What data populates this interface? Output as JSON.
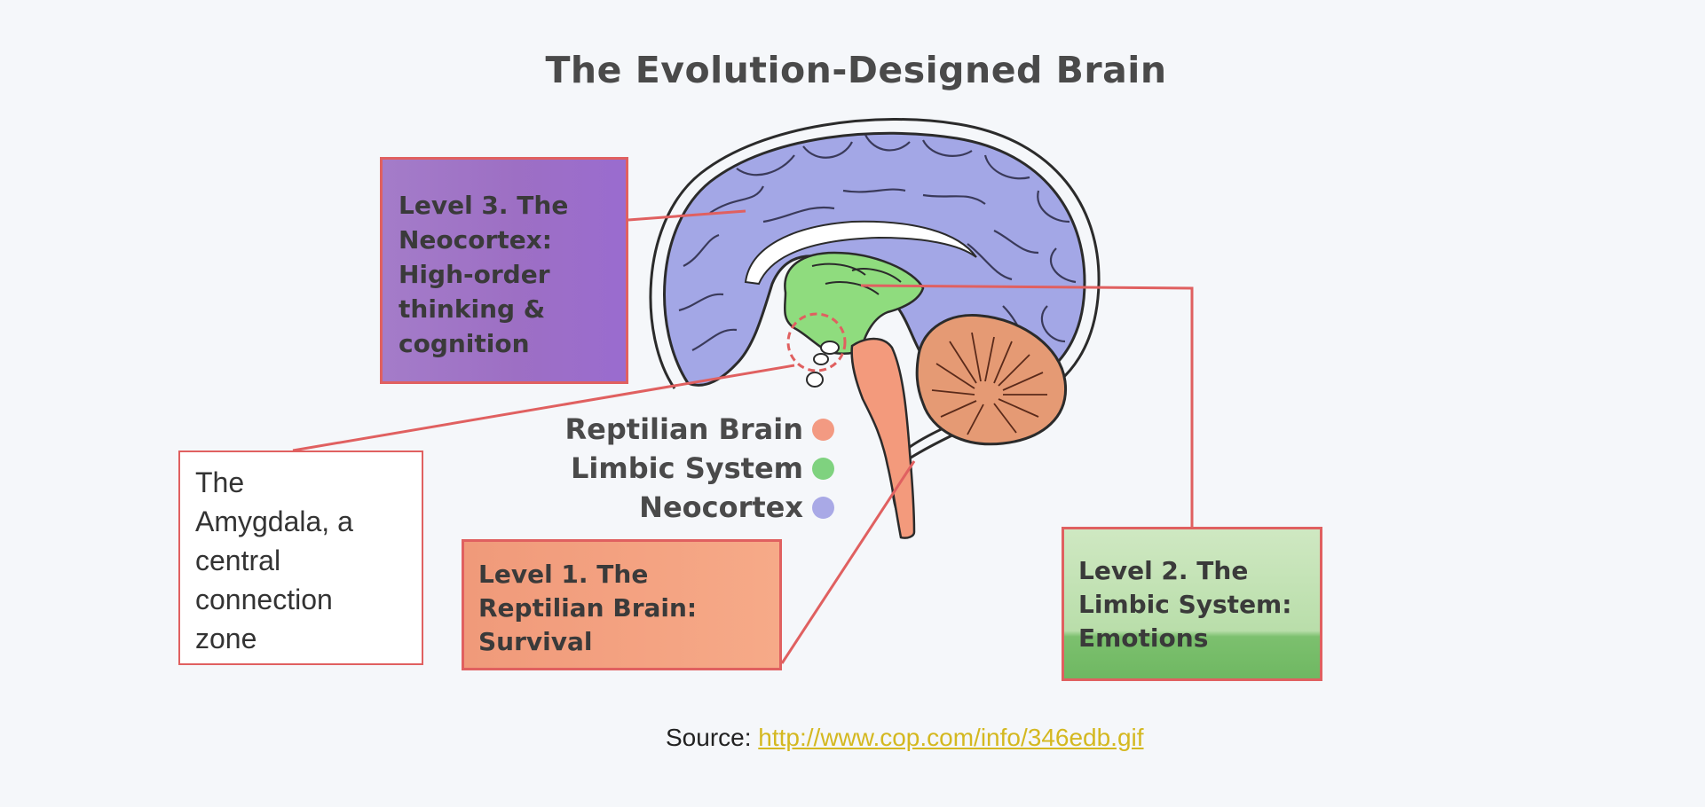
{
  "title": "The Evolution-Designed Brain",
  "boxes": {
    "neocortex": [
      "Level 3.  The",
      "Neocortex:",
      "High-order",
      "thinking &",
      "cognition"
    ],
    "reptilian": [
      "Level 1. The",
      "Reptilian Brain:",
      "Survival"
    ],
    "limbic": [
      "Level 2. The",
      "Limbic System:",
      "Emotions"
    ],
    "amygdala": [
      "The",
      "Amygdala, a",
      "central",
      "connection",
      "zone"
    ]
  },
  "legend": [
    {
      "label": "Reptilian Brain",
      "color": "#f39a82"
    },
    {
      "label": "Limbic System",
      "color": "#7fd27f"
    },
    {
      "label": "Neocortex",
      "color": "#a9a9e6"
    }
  ],
  "source": {
    "label": "Source: ",
    "link": "http://www.cop.com/info/346edb.gif"
  },
  "colors": {
    "neocortex": "#a3a7e6",
    "limbic": "#8fdc7e",
    "reptilian": "#f39a7c",
    "cerebellum": "#e59a74",
    "connector": "#e06060"
  }
}
